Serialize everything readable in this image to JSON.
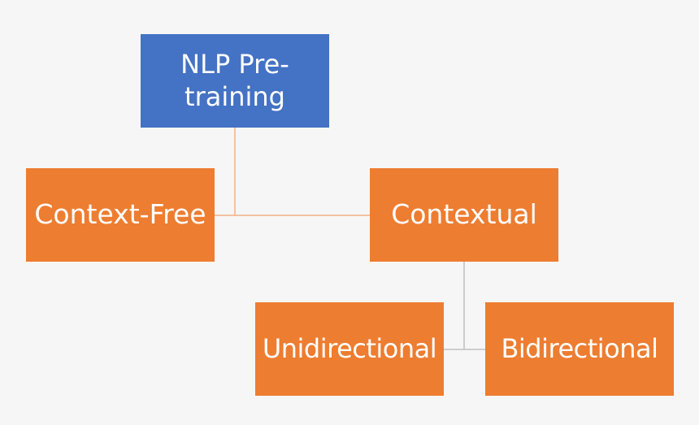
{
  "diagram": {
    "root": {
      "label": "NLP Pre-training"
    },
    "level1": [
      {
        "label": "Context-Free"
      },
      {
        "label": "Contextual"
      }
    ],
    "level2": [
      {
        "label": "Unidirectional"
      },
      {
        "label": "Bidirectional"
      }
    ]
  },
  "colors": {
    "background": "#f6f6f6",
    "root_fill": "#4472c4",
    "node_fill": "#ed7d31",
    "connector": "#f4b183",
    "connector_lower": "#bfbfbf",
    "text": "#ffffff"
  }
}
